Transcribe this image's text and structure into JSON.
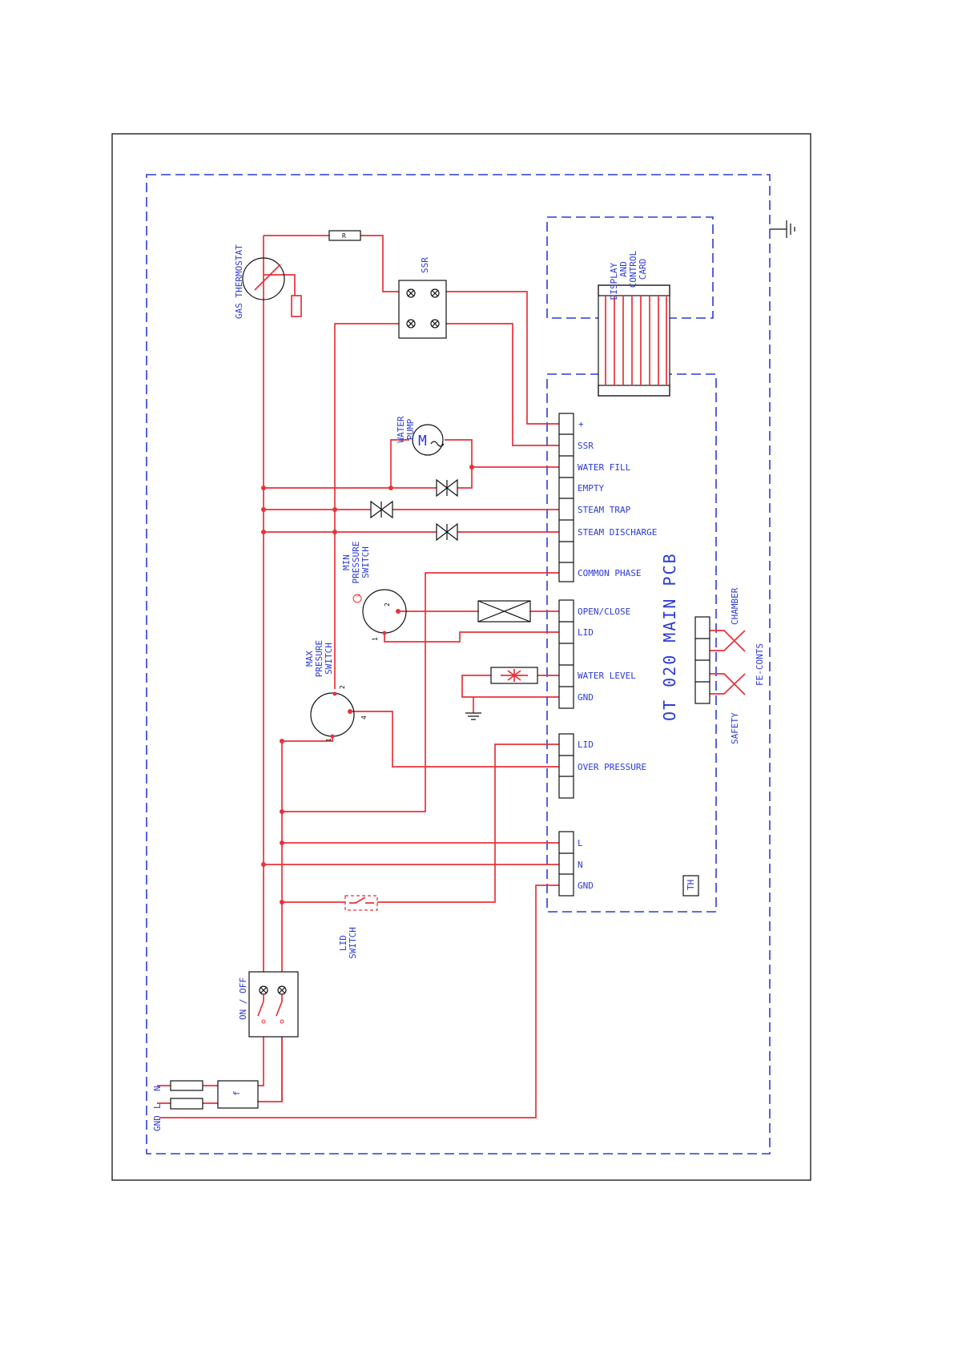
{
  "colors": {
    "wire": "#e8323a",
    "boundary": "#2b3bd6",
    "text": "#2b3bd6",
    "component": "#111111"
  },
  "labels": {
    "gas_thermostat": "GAS THERMOSTAT",
    "ssr": "SSR",
    "display_card": [
      "DISPLAY",
      "AND",
      "CONTROL",
      "CARD"
    ],
    "water_pump": [
      "WATER",
      "PUMP"
    ],
    "min_pressure_switch": [
      "MIN",
      "PRESSURE",
      "SWITCH"
    ],
    "max_pressure_switch": [
      "MAX",
      "PRESURE",
      "SWITCH"
    ],
    "main_pcb": "OT 020 MAIN PCB",
    "chamber": "CHAMBER",
    "fe_conts": "FE-CONTS",
    "safety": "SAFETY",
    "lid_switch": [
      "LID",
      "SWITCH"
    ],
    "on_off": "ON / OFF",
    "th": "TH",
    "heater_symbol": "R",
    "motor_symbol": "M",
    "fuse_symbol": "f",
    "pressure_mark": "L"
  },
  "power_inputs": [
    "N",
    "L",
    "GND"
  ],
  "terminals": {
    "block1": [
      "+",
      "SSR",
      "WATER FILL",
      "EMPTY",
      "STEAM TRAP",
      "STEAM DISCHARGE",
      "",
      "COMMON PHASE"
    ],
    "block2": [
      "OPEN/CLOSE",
      "LID",
      "",
      "WATER LEVEL",
      "GND"
    ],
    "block3": [
      "LID",
      "OVER PRESSURE",
      ""
    ],
    "block4": [
      "L",
      "N",
      "GND"
    ]
  },
  "switch_pins": {
    "min": [
      "2",
      "1"
    ],
    "max": [
      "2",
      "4",
      "1"
    ]
  }
}
